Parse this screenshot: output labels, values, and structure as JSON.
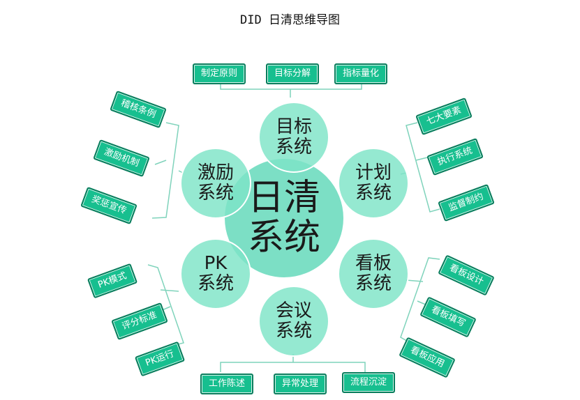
{
  "title": "DID 日清思维导图",
  "center": {
    "line1": "日清",
    "line2": "系统"
  },
  "satellites": [
    {
      "id": "goal",
      "line1": "目标",
      "line2": "系统"
    },
    {
      "id": "plan",
      "line1": "计划",
      "line2": "系统"
    },
    {
      "id": "board",
      "line1": "看板",
      "line2": "系统"
    },
    {
      "id": "meeting",
      "line1": "会议",
      "line2": "系统"
    },
    {
      "id": "pk",
      "line1": "PK",
      "line2": "系统"
    },
    {
      "id": "incentive",
      "line1": "激励",
      "line2": "系统"
    }
  ],
  "tags": {
    "goal": [
      "制定原则",
      "目标分解",
      "指标量化"
    ],
    "plan": [
      "七大要素",
      "执行系统",
      "监督制约"
    ],
    "board": [
      "看板设计",
      "看板填写",
      "看板应用"
    ],
    "meeting": [
      "工作陈述",
      "异常处理",
      "流程沉淀"
    ],
    "pk": [
      "PK模式",
      "评分标准",
      "PK运行"
    ],
    "incentive": [
      "稽核条例",
      "激励机制",
      "奖惩宣传"
    ]
  },
  "colors": {
    "tag_fill": "#17bf8f",
    "tag_border": "#0a7d5d",
    "line": "#7fd3bb",
    "circle": "#7ee4c7"
  }
}
